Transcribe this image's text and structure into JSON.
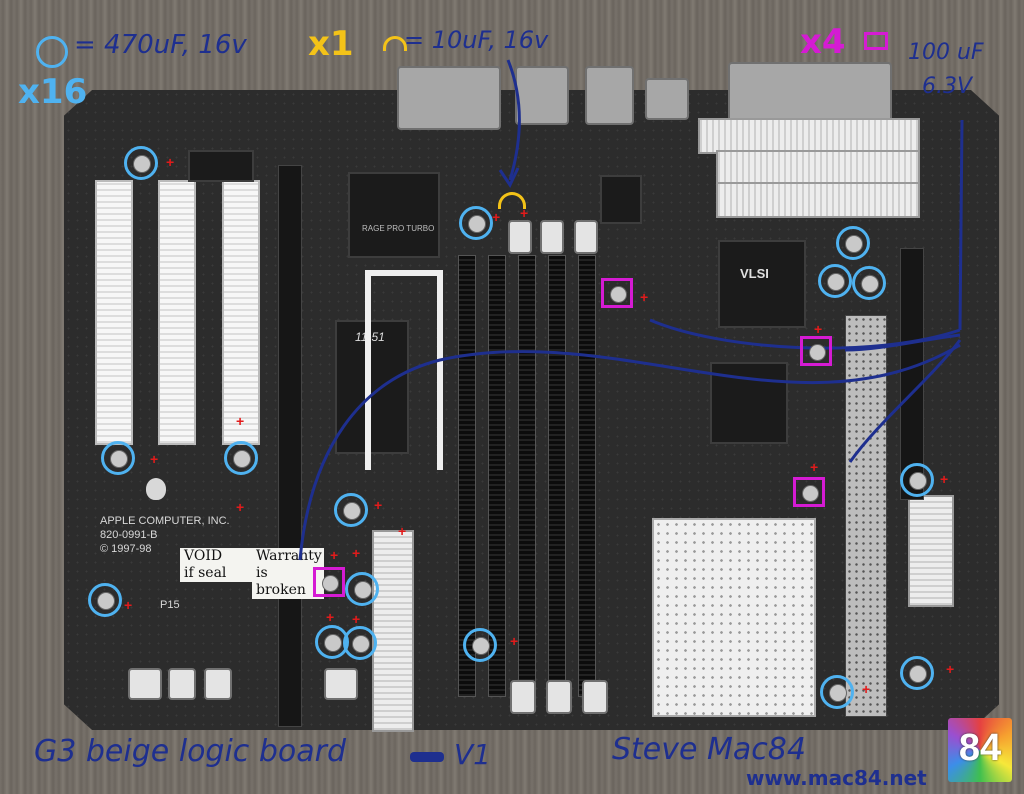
{
  "annotations": {
    "legend_circle": "= 470uF, 16v",
    "count_circle": "x16",
    "count_arc": "x1",
    "legend_arc": "= 10uF, 16v",
    "count_square": "x4",
    "legend_square_value": "100 uF",
    "legend_square_voltage": "6.3V",
    "title": "G3 beige logic board",
    "version": "V1",
    "author": "Steve Mac84",
    "website": "www.mac84.net"
  },
  "board_print": {
    "maker": "APPLE COMPUTER, INC.",
    "part_number": "820-0991-B",
    "copyright": "© 1997-98",
    "ref": "P15"
  },
  "sticker": {
    "line1_left": "VOID",
    "line1_right": "Warranty",
    "line2_left": "if seal",
    "line2_right": "is broken"
  },
  "chips": {
    "ati": "RAGE PRO TURBO",
    "vlsi": "VLSI",
    "ram_label": "11-51"
  },
  "logo": {
    "text": "84"
  },
  "colors": {
    "circle_marker": "#4fb2f0",
    "square_marker": "#d51bd3",
    "arc_marker": "#f4c318",
    "polarity_plus": "#e21b1b",
    "ink_blue": "#1e2f8f"
  }
}
